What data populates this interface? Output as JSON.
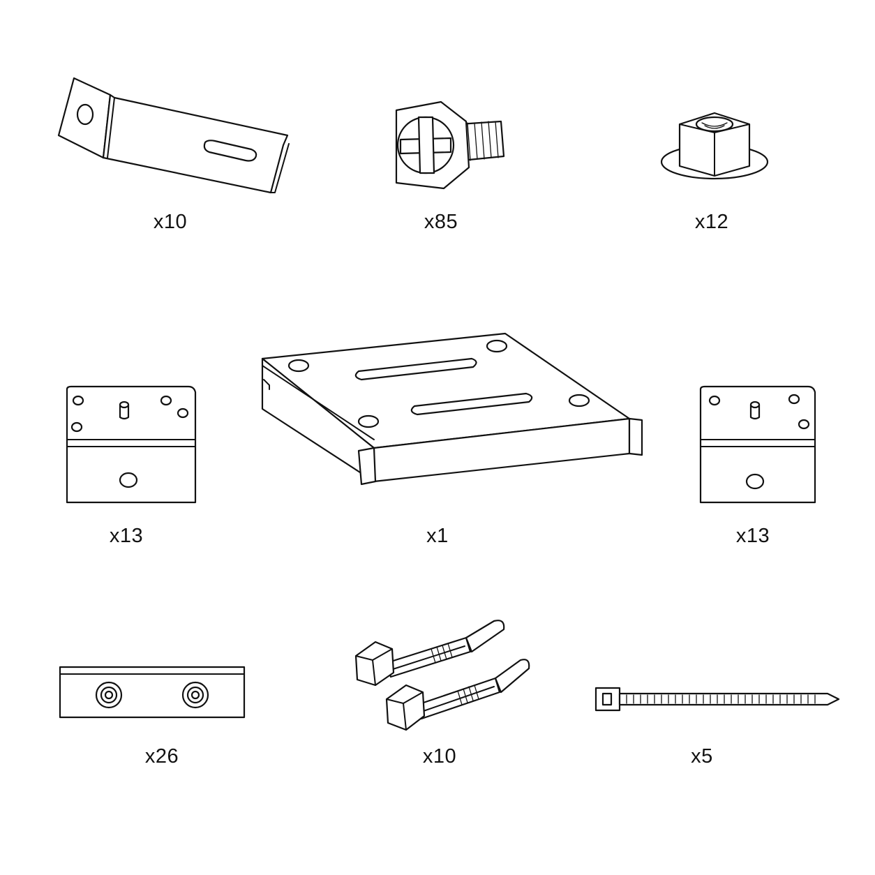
{
  "parts": [
    {
      "icon": "angle-bracket-icon",
      "qty": "x10"
    },
    {
      "icon": "hex-flange-screw-icon",
      "qty": "x85"
    },
    {
      "icon": "flange-nut-icon",
      "qty": "x12"
    },
    {
      "icon": "corner-block-left-icon",
      "qty": "x13"
    },
    {
      "icon": "mounting-plate-icon",
      "qty": "x1"
    },
    {
      "icon": "corner-block-right-icon",
      "qty": "x13"
    },
    {
      "icon": "connector-bar-icon",
      "qty": "x26"
    },
    {
      "icon": "anchor-bolt-icon",
      "qty": "x10"
    },
    {
      "icon": "cable-tie-icon",
      "qty": "x5"
    }
  ]
}
